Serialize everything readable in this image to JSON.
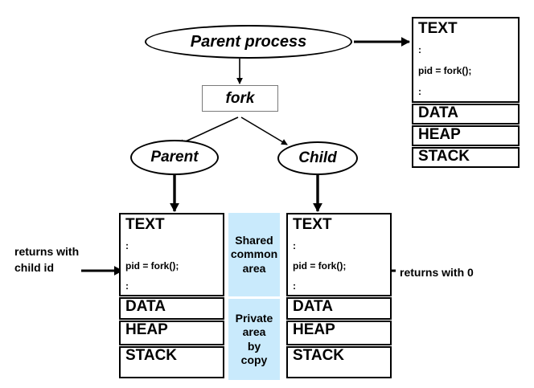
{
  "diagram": {
    "title": "fork() process creation diagram",
    "colors": {
      "shared_area_fill": "#c9eafc",
      "outline": "#000000",
      "fork_box_outline": "#7a7a7a"
    },
    "nodes": {
      "parent_process": "Parent process",
      "fork": "fork",
      "parent": "Parent",
      "child": "Child"
    },
    "memory_segments": {
      "text": "TEXT",
      "data": "DATA",
      "heap": "HEAP",
      "stack": "STACK",
      "code_dots_top": ":",
      "code_call": "pid = fork();",
      "code_dots_bottom": ":"
    },
    "middle_column": {
      "shared": "Shared\ncommon\narea",
      "shared_line1": "Shared",
      "shared_line2": "common",
      "shared_line3": "area",
      "private_line1": "Private",
      "private_line2": "area",
      "private_line3": "by",
      "private_line4": "copy"
    },
    "annotations": {
      "left_line1": "returns with",
      "left_line2": "child id",
      "right": "returns with 0"
    }
  }
}
